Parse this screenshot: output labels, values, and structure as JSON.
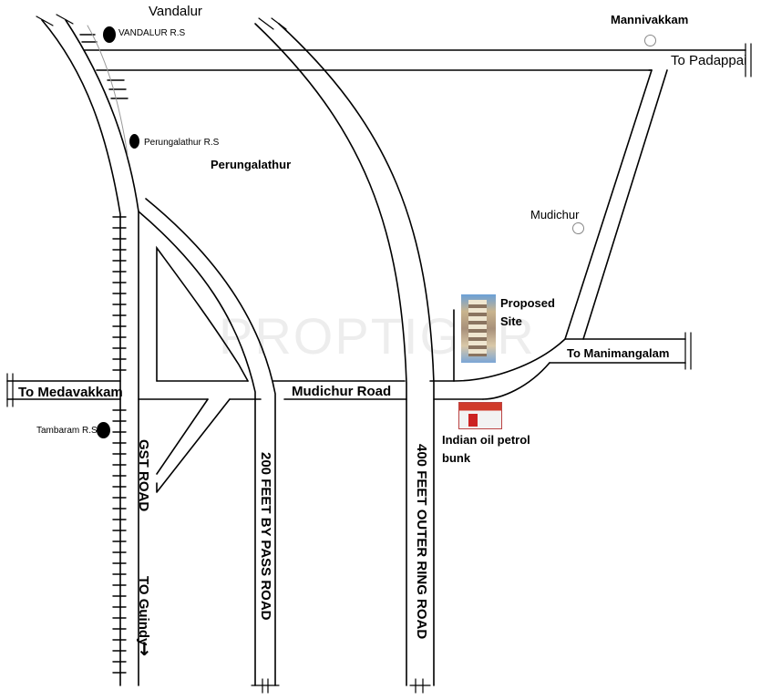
{
  "watermark": "PROPTIGER",
  "labels": {
    "vandalur": "Vandalur",
    "vandalur_rs": "VANDALUR R.S",
    "mannivakkam": "Mannivakkam",
    "to_padappai": "To Padappai",
    "perungalathur_rs": "Perungalathur R.S",
    "perungalathur": "Perungalathur",
    "mudichur": "Mudichur",
    "proposed_site": "Proposed",
    "proposed_site_2": "Site",
    "to_manimangalam": "To Manimangalam",
    "to_medavakkam": "To Medavakkam",
    "mudichur_road": "Mudichur Road",
    "tambaram_rs": "Tambaram R.S",
    "indian_oil": "Indian oil petrol",
    "indian_oil_2": "bunk",
    "gst_road": "GST ROAD",
    "to_guindy": "TO Guindy",
    "bypass_road": "200 FEET BY PASS ROAD",
    "ring_road": "400 FEET OUTER RING ROAD"
  }
}
